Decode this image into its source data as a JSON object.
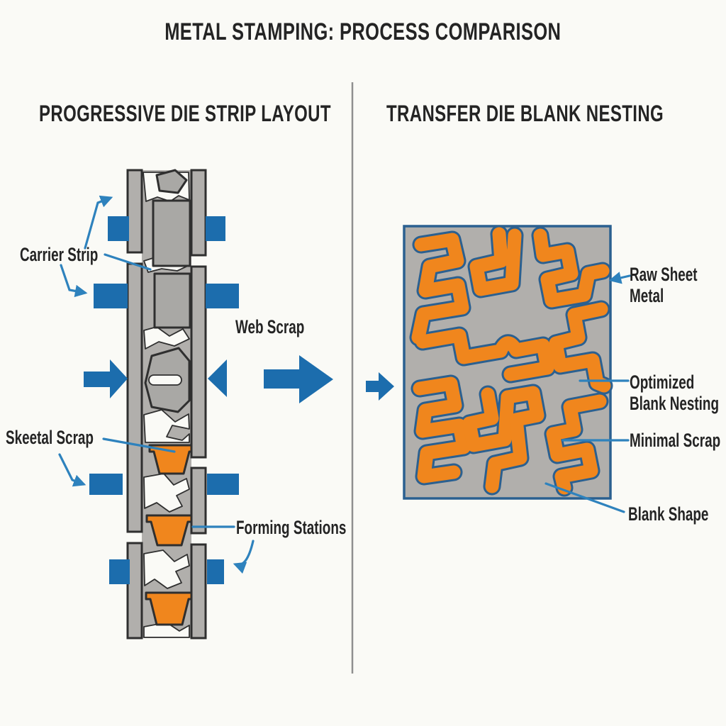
{
  "title": "METAL STAMPING: PROCESS COMPARISON",
  "left_panel": {
    "heading": "PROGRESSIVE DIE STRIP LAYOUT",
    "labels": {
      "carrier_strip": "Carrier Strip",
      "web_scrap": "Web Scrap",
      "skeletal_scrap": "Skeetal Scrap",
      "forming_stations": "Forming Stations"
    }
  },
  "right_panel": {
    "heading": "TRANSFER DIE BLANK NESTING",
    "labels": {
      "raw_sheet_metal": "Raw Sheet Metal",
      "optimized_blank_nesting": "Optimized Blank Nesting",
      "minimal_scrap": "Minimal Scrap",
      "blank_shape": "Blank Shape"
    }
  },
  "colors": {
    "background": "#fafaf6",
    "text_dark": "#242424",
    "accent_blue": "#1c6dad",
    "leader_blue": "#2e82bd",
    "metal_gray": "#b1afac",
    "blank_gray": "#a9a8a5",
    "part_orange": "#f0861d",
    "outline_dark": "#2f2f2f",
    "nesting_outline": "#2b6090",
    "divider_gray": "#8f8f8f"
  }
}
